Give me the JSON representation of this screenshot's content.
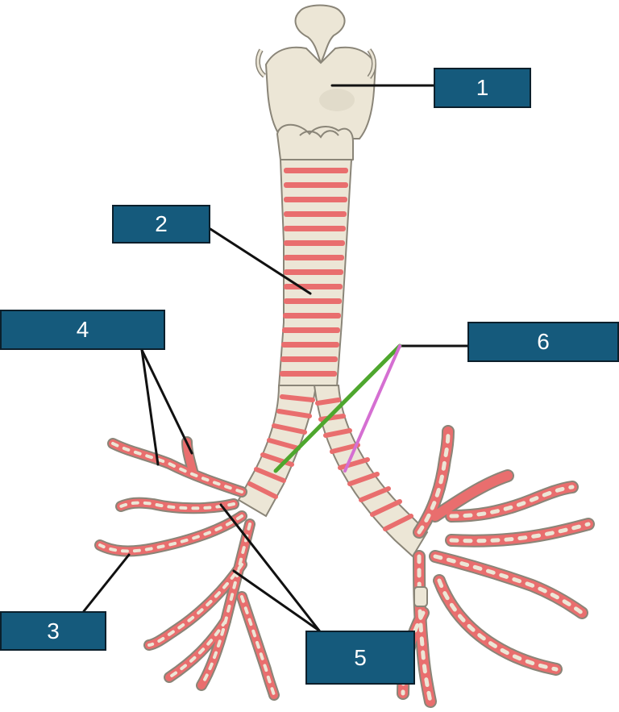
{
  "diagram": {
    "labels": [
      {
        "id": "1",
        "text": "1"
      },
      {
        "id": "2",
        "text": "2"
      },
      {
        "id": "3",
        "text": "3"
      },
      {
        "id": "4",
        "text": "4"
      },
      {
        "id": "5",
        "text": "5"
      },
      {
        "id": "6",
        "text": "6"
      }
    ],
    "colors": {
      "label_fill": "#155a7c",
      "label_border": "#0b1f2b",
      "leader": "#111111",
      "leader_green": "#4ea72e",
      "leader_magenta": "#d56fd2",
      "cartilage": "#ece6d6",
      "mucosa": "#e96e6e",
      "outline": "#8a8578"
    }
  }
}
